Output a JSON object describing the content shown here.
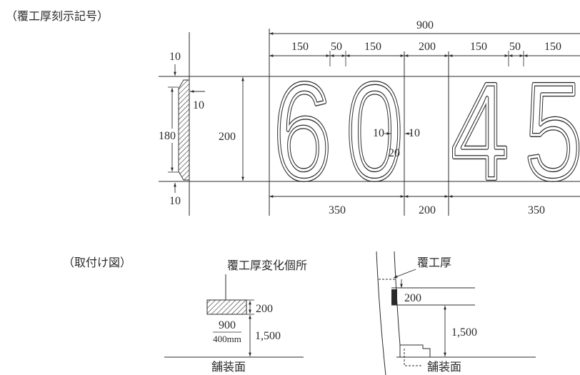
{
  "header": {
    "title": "（覆工厚刻示記号）"
  },
  "marking": {
    "digits": [
      "6",
      "0",
      "4",
      "5"
    ],
    "overall_width": "900",
    "top_dims": [
      "150",
      "50",
      "150",
      "200",
      "150",
      "50",
      "150"
    ],
    "bottom_dims": [
      "350",
      "200",
      "350"
    ],
    "height": "200",
    "panel": {
      "top_margin": "10",
      "height": "180",
      "bottom_margin": "10",
      "thickness": "10"
    },
    "stroke": {
      "left": "10",
      "gap": "20",
      "right": "10"
    }
  },
  "install": {
    "caption": "（取付け図）",
    "left": {
      "label": "覆工厚変化個所",
      "plate_height": "200",
      "plate_width": "900",
      "plate_width_alt": "400mm",
      "mount_height": "1,500",
      "ground": "舗装面"
    },
    "right": {
      "label": "覆工厚",
      "plate_height": "200",
      "mount_height": "1,500",
      "ground": "舗装面"
    }
  },
  "colors": {
    "ink": "#2b2b2b",
    "background": "#ffffff"
  }
}
